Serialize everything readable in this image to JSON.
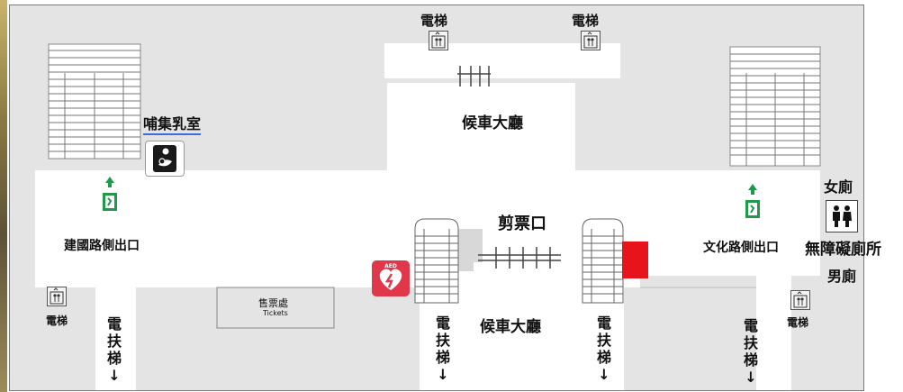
{
  "map": {
    "elevator_label": "電梯",
    "escalator_label": "電扶梯↓",
    "waiting_hall_upper": "候車大廳",
    "waiting_hall_lower": "候車大廳",
    "ticket_gate": "剪票口",
    "nursing_room": "哺集乳室",
    "exit_west": "建國路側出口",
    "exit_east": "文化路側出口",
    "ticket_office_zh": "售票處",
    "ticket_office_en": "Tickets",
    "women_restroom": "女廁",
    "accessible_restroom": "無障礙廁所",
    "men_restroom": "男廁",
    "aed_text": "AED"
  },
  "colors": {
    "wall_fill": "#e4e4e4",
    "floor_fill": "#ffffff",
    "exit_green": "#1e9a4a",
    "aed_red": "#e0384a",
    "you_are_here_red": "#e8141c",
    "underline_blue": "#3a6fd8"
  },
  "icons": [
    "elevator-icon",
    "emergency-exit-icon",
    "nursing-room-icon",
    "aed-icon",
    "restroom-icon"
  ]
}
